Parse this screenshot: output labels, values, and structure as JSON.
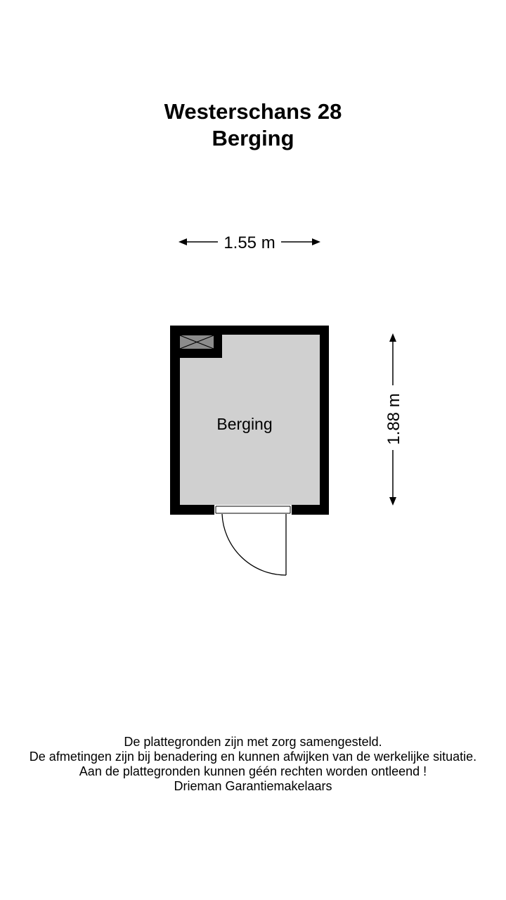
{
  "title": {
    "address": "Westerschans 28",
    "subtitle": "Berging"
  },
  "floorplan": {
    "room_label": "Berging",
    "width_label": "1.55 m",
    "height_label": "1.88 m",
    "wall_color": "#000000",
    "floor_color": "#d0d0d0",
    "hatch_color": "#8c8c8c"
  },
  "disclaimer": {
    "line1": "De plattegronden zijn met zorg samengesteld.",
    "line2": "De afmetingen zijn bij benadering en kunnen afwijken van de werkelijke situatie.",
    "line3": "Aan de plattegronden kunnen géén rechten worden ontleend !",
    "line4": "Drieman Garantiemakelaars"
  }
}
